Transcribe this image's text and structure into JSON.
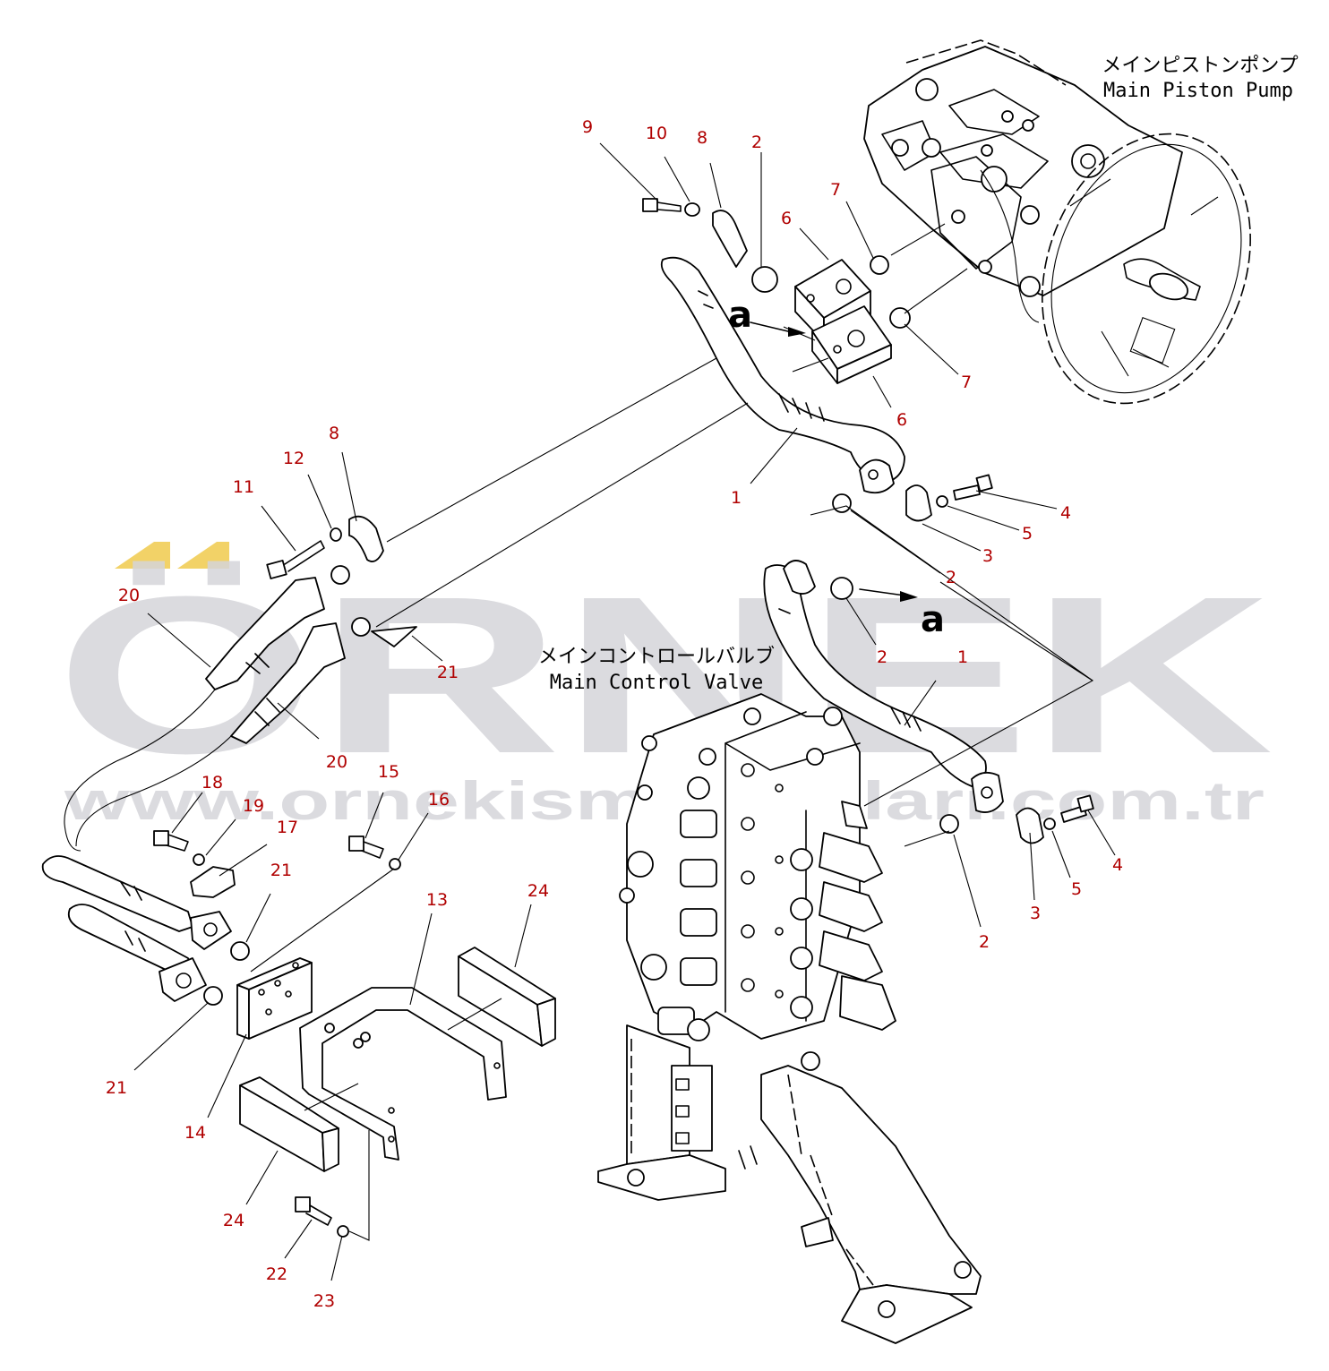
{
  "watermark": {
    "brand": "ÖRNEK",
    "url": "www.ornekismakinalari.com.tr",
    "accent_color": "#f2d267",
    "text_color": "#d5d5da"
  },
  "labels": {
    "pump_jp": "メインピストンポンプ",
    "pump_en": "Main Piston Pump",
    "valve_jp": "メインコントロールバルブ",
    "valve_en": "Main Control Valve",
    "view_mark_1": "a",
    "view_mark_2": "a"
  },
  "callouts": [
    "9",
    "10",
    "8",
    "2",
    "6",
    "7",
    "6",
    "7",
    "1",
    "12",
    "8",
    "11",
    "20",
    "21",
    "20",
    "4",
    "5",
    "3",
    "2",
    "2",
    "1",
    "18",
    "19",
    "17",
    "15",
    "16",
    "21",
    "13",
    "24",
    "21",
    "14",
    "24",
    "22",
    "23",
    "4",
    "5",
    "3",
    "2"
  ],
  "number_color": "#b00000"
}
